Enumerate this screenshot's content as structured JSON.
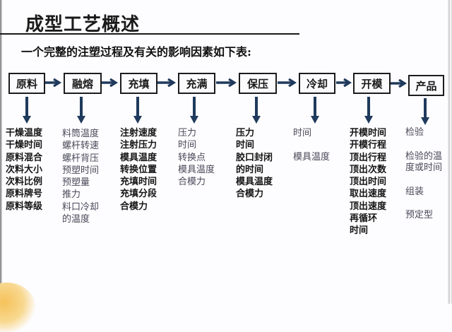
{
  "header": {
    "title": "成型工艺概述",
    "subtitle": "一个完整的注塑过程及有关的影响因素如下表:"
  },
  "colors": {
    "arrow": "#1f3a5c",
    "box_border": "#1c1c1c",
    "dark_text": "#151515",
    "light_text": "#4a4a5a",
    "background": "#fdfcfe"
  },
  "icons": {
    "stage_connector": "right-arrow-icon",
    "factor_pointer": "down-arrow-icon"
  },
  "stages": [
    {
      "label": "原料",
      "factors": [
        "干燥温度",
        "干燥时间",
        "原料混合",
        "次料大小",
        "次料比例",
        "原料牌号",
        "原料等级"
      ]
    },
    {
      "label": "融熔",
      "factors": [
        "料筒温度",
        "螺杆转速",
        "螺杆背压",
        "预塑时间",
        "预塑量",
        "推力",
        "料口冷却",
        "的温度"
      ]
    },
    {
      "label": "充填",
      "factors": [
        "注射速度",
        "注射压力",
        "模具温度",
        "转换位置",
        "充填时间",
        "充填分段",
        "合模力"
      ]
    },
    {
      "label": "充满",
      "factors": [
        "压力",
        "时间",
        "转换点",
        "模具温度",
        "合模力"
      ]
    },
    {
      "label": "保压",
      "factors": [
        "压力",
        "时间",
        "胶口封闭",
        "的时间",
        "模具温度",
        "合模力"
      ]
    },
    {
      "label": "冷却",
      "factors": [
        "时间",
        "",
        "模具温度"
      ]
    },
    {
      "label": "开模",
      "factors": [
        "开模时间",
        "开模行程",
        "顶出行程",
        "顶出次数",
        "顶出时间",
        "取出速度",
        "顶出速度",
        "再循环",
        "时间"
      ]
    },
    {
      "label": "产品",
      "factors": [
        "检验",
        "",
        "检验的温",
        "度或时间",
        "",
        "组装",
        "",
        "预定型"
      ]
    }
  ]
}
